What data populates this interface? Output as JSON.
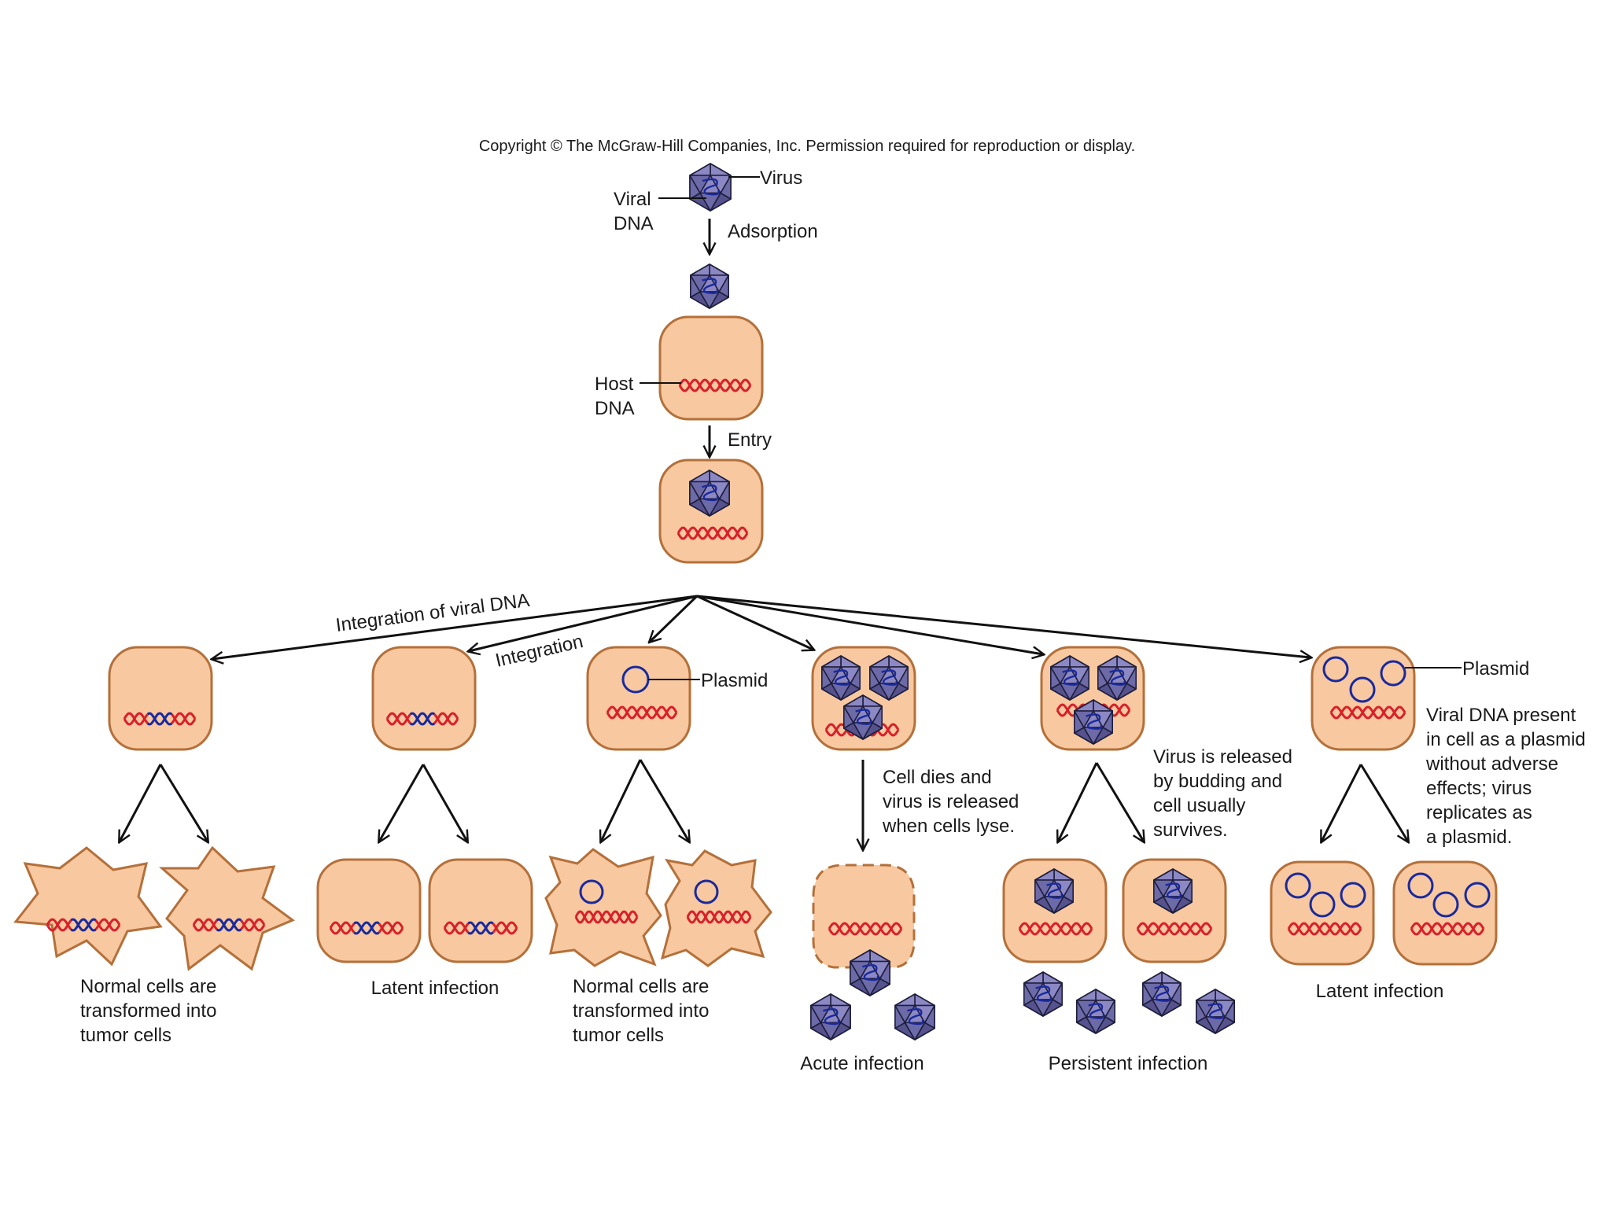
{
  "copyright": "Copyright © The McGraw-Hill Companies, Inc. Permission required for reproduction or display.",
  "labels": {
    "virus": "Virus",
    "viral": "Viral",
    "dna": "DNA",
    "adsorption": "Adsorption",
    "host": "Host",
    "host_dna": "DNA",
    "entry": "Entry",
    "integration_viral_dna": "Integration of viral DNA",
    "integration": "Integration",
    "plasmid_1": "Plasmid",
    "plasmid_2": "Plasmid",
    "lysis_note": [
      "Cell dies and",
      "virus is released",
      "when cells lyse."
    ],
    "budding_note": [
      "Virus is released",
      "by budding and",
      "cell usually",
      "survives."
    ],
    "plasmid_note": [
      "Viral DNA present",
      "in cell as a plasmid",
      "without adverse",
      "effects; virus",
      "replicates as",
      "a plasmid."
    ]
  },
  "outcomes": {
    "tumor_1": [
      "Normal cells are",
      "transformed into",
      "tumor cells"
    ],
    "latent_1": "Latent infection",
    "tumor_2": [
      "Normal cells are",
      "transformed into",
      "tumor cells"
    ],
    "acute": "Acute infection",
    "persistent": "Persistent infection",
    "latent_2": "Latent infection"
  },
  "colors": {
    "cell_fill": "#f8c8a0",
    "cell_stroke": "#b4703a",
    "host_dna": "#d8202a",
    "viral_dna": "#1a2a9c",
    "capsid": "#6d6aa8"
  }
}
